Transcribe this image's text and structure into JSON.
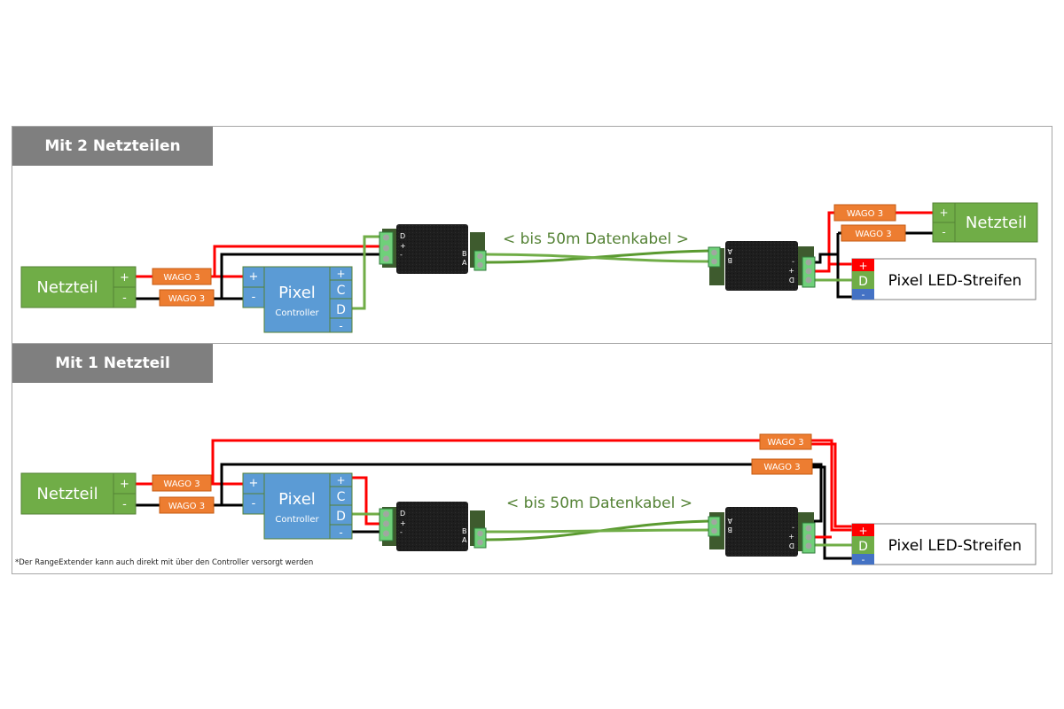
{
  "sections": [
    {
      "title": "Mit 2 Netzteilen",
      "psu_left": {
        "label": "Netzteil",
        "plus": "+",
        "minus": "-"
      },
      "wago_labels": [
        "WAGO 3",
        "WAGO 3",
        "WAGO 3",
        "WAGO 3"
      ],
      "controller": {
        "title": "Pixel",
        "subtitle": "Controller",
        "in_plus": "+",
        "in_minus": "-",
        "out_pins": [
          "+",
          "C",
          "D",
          "-"
        ]
      },
      "extender_tx": {
        "in_pins": [
          "D",
          "+",
          "-"
        ],
        "out_pins": [
          "B",
          "A"
        ]
      },
      "cable_label": "< bis 50m Datenkabel >",
      "extender_rx": {
        "in_pins": [
          "A",
          "B"
        ],
        "out_pins": [
          "-",
          "+",
          "D"
        ]
      },
      "psu_right": {
        "label": "Netzteil",
        "plus": "+",
        "minus": "-"
      },
      "led_strip": {
        "label": "Pixel LED-Streifen",
        "pins": [
          "+",
          "D",
          "-"
        ]
      }
    },
    {
      "title": "Mit 1 Netzteil",
      "psu_left": {
        "label": "Netzteil",
        "plus": "+",
        "minus": "-"
      },
      "wago_labels": [
        "WAGO 3",
        "WAGO 3",
        "WAGO 3",
        "WAGO 3"
      ],
      "controller": {
        "title": "Pixel",
        "subtitle": "Controller",
        "in_plus": "+",
        "in_minus": "-",
        "out_pins": [
          "+",
          "C",
          "D",
          "-"
        ]
      },
      "extender_tx": {
        "in_pins": [
          "D",
          "+",
          "-"
        ],
        "out_pins": [
          "B",
          "A"
        ]
      },
      "cable_label": "< bis 50m Datenkabel >",
      "extender_rx": {
        "in_pins": [
          "A",
          "B"
        ],
        "out_pins": [
          "-",
          "+",
          "D"
        ]
      },
      "led_strip": {
        "label": "Pixel LED-Streifen",
        "pins": [
          "+",
          "D",
          "-"
        ]
      },
      "footnote": "*Der RangeExtender kann auch direkt mit über den Controller versorgt werden"
    }
  ],
  "colors": {
    "psu_green": "#70ad47",
    "controller_blue": "#5b9bd5",
    "wago_orange": "#ed7d31",
    "wire_red": "#ff0000",
    "wire_black": "#000000",
    "wire_green": "#70ad47",
    "header_gray": "#7f7f7f",
    "pin_red": "#ff0000",
    "pin_blue": "#4472c4"
  }
}
